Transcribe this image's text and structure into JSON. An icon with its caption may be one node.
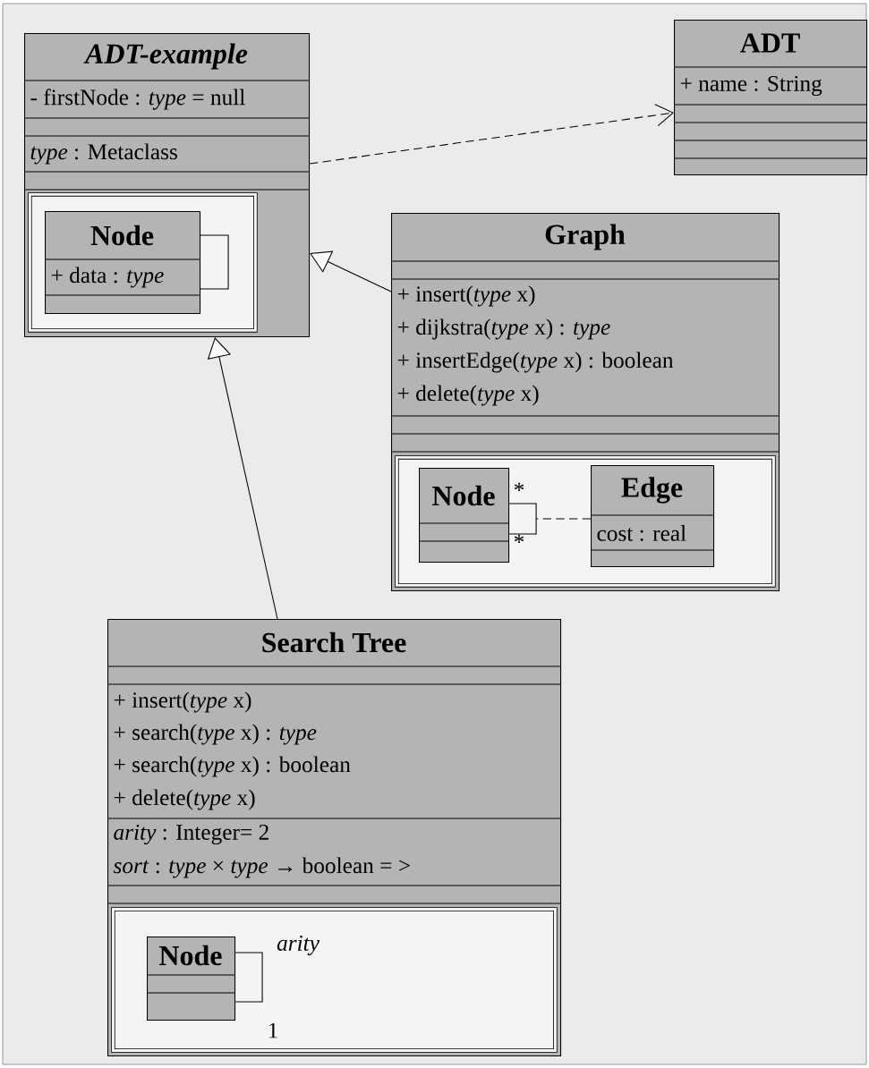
{
  "diagram": {
    "nodes": [
      {
        "text": [
          "ADT-example",
          "-  firstNode : *type* = null",
          "*type* : Metaclass"
        ]
      },
      {
        "text": [],
        "shape": "box",
        "in": 0
      },
      {
        "text": [
          "Node",
          "+ data : *type*"
        ],
        "in": 1
      },
      {
        "text": [
          "ADT",
          "+ name : String"
        ]
      },
      {
        "text": [
          "Graph",
          "+ insert(*type* x)",
          "+ dijkstra(*type* x) : *type*",
          "+ insertEdge(*type* x) : boolean",
          "+ delete(*type* x)"
        ]
      },
      {
        "text": [],
        "shape": "box",
        "in": 4
      },
      {
        "text": [
          "Node"
        ],
        "in": 5
      },
      {
        "text": [
          "Edge",
          "cost : real"
        ],
        "in": 5
      },
      {
        "text": [
          "Search Tree",
          "+ insert(*type* x)",
          "+ search(*type* x) : *type*",
          "+ search(*type* x) : boolean",
          "+ delete(*type* x)",
          "*arity* : Integer= 2",
          "*sort* : *type* × *type* → boolean = >"
        ]
      },
      {
        "text": [],
        "shape": "box",
        "in": 8
      },
      {
        "text": [
          "Node"
        ],
        "in": 9
      }
    ],
    "edges": [
      {
        "from": 0,
        "to": 3,
        "arrow": "to",
        "style": "dashed"
      },
      {
        "from": 4,
        "to": 0,
        "arrow": "to"
      },
      {
        "from": 8,
        "to": 0,
        "arrow": "to"
      },
      {
        "from": 2,
        "to": 2,
        "arrow": "none"
      },
      {
        "from": 6,
        "to": 6,
        "arrow": "none"
      },
      {
        "from": 7,
        "to": 6,
        "arrow": "none",
        "style": "dashed"
      },
      {
        "from": 10,
        "to": 10,
        "arrow": "none"
      }
    ],
    "labels": [
      "*",
      "*",
      "arity",
      "1"
    ]
  }
}
